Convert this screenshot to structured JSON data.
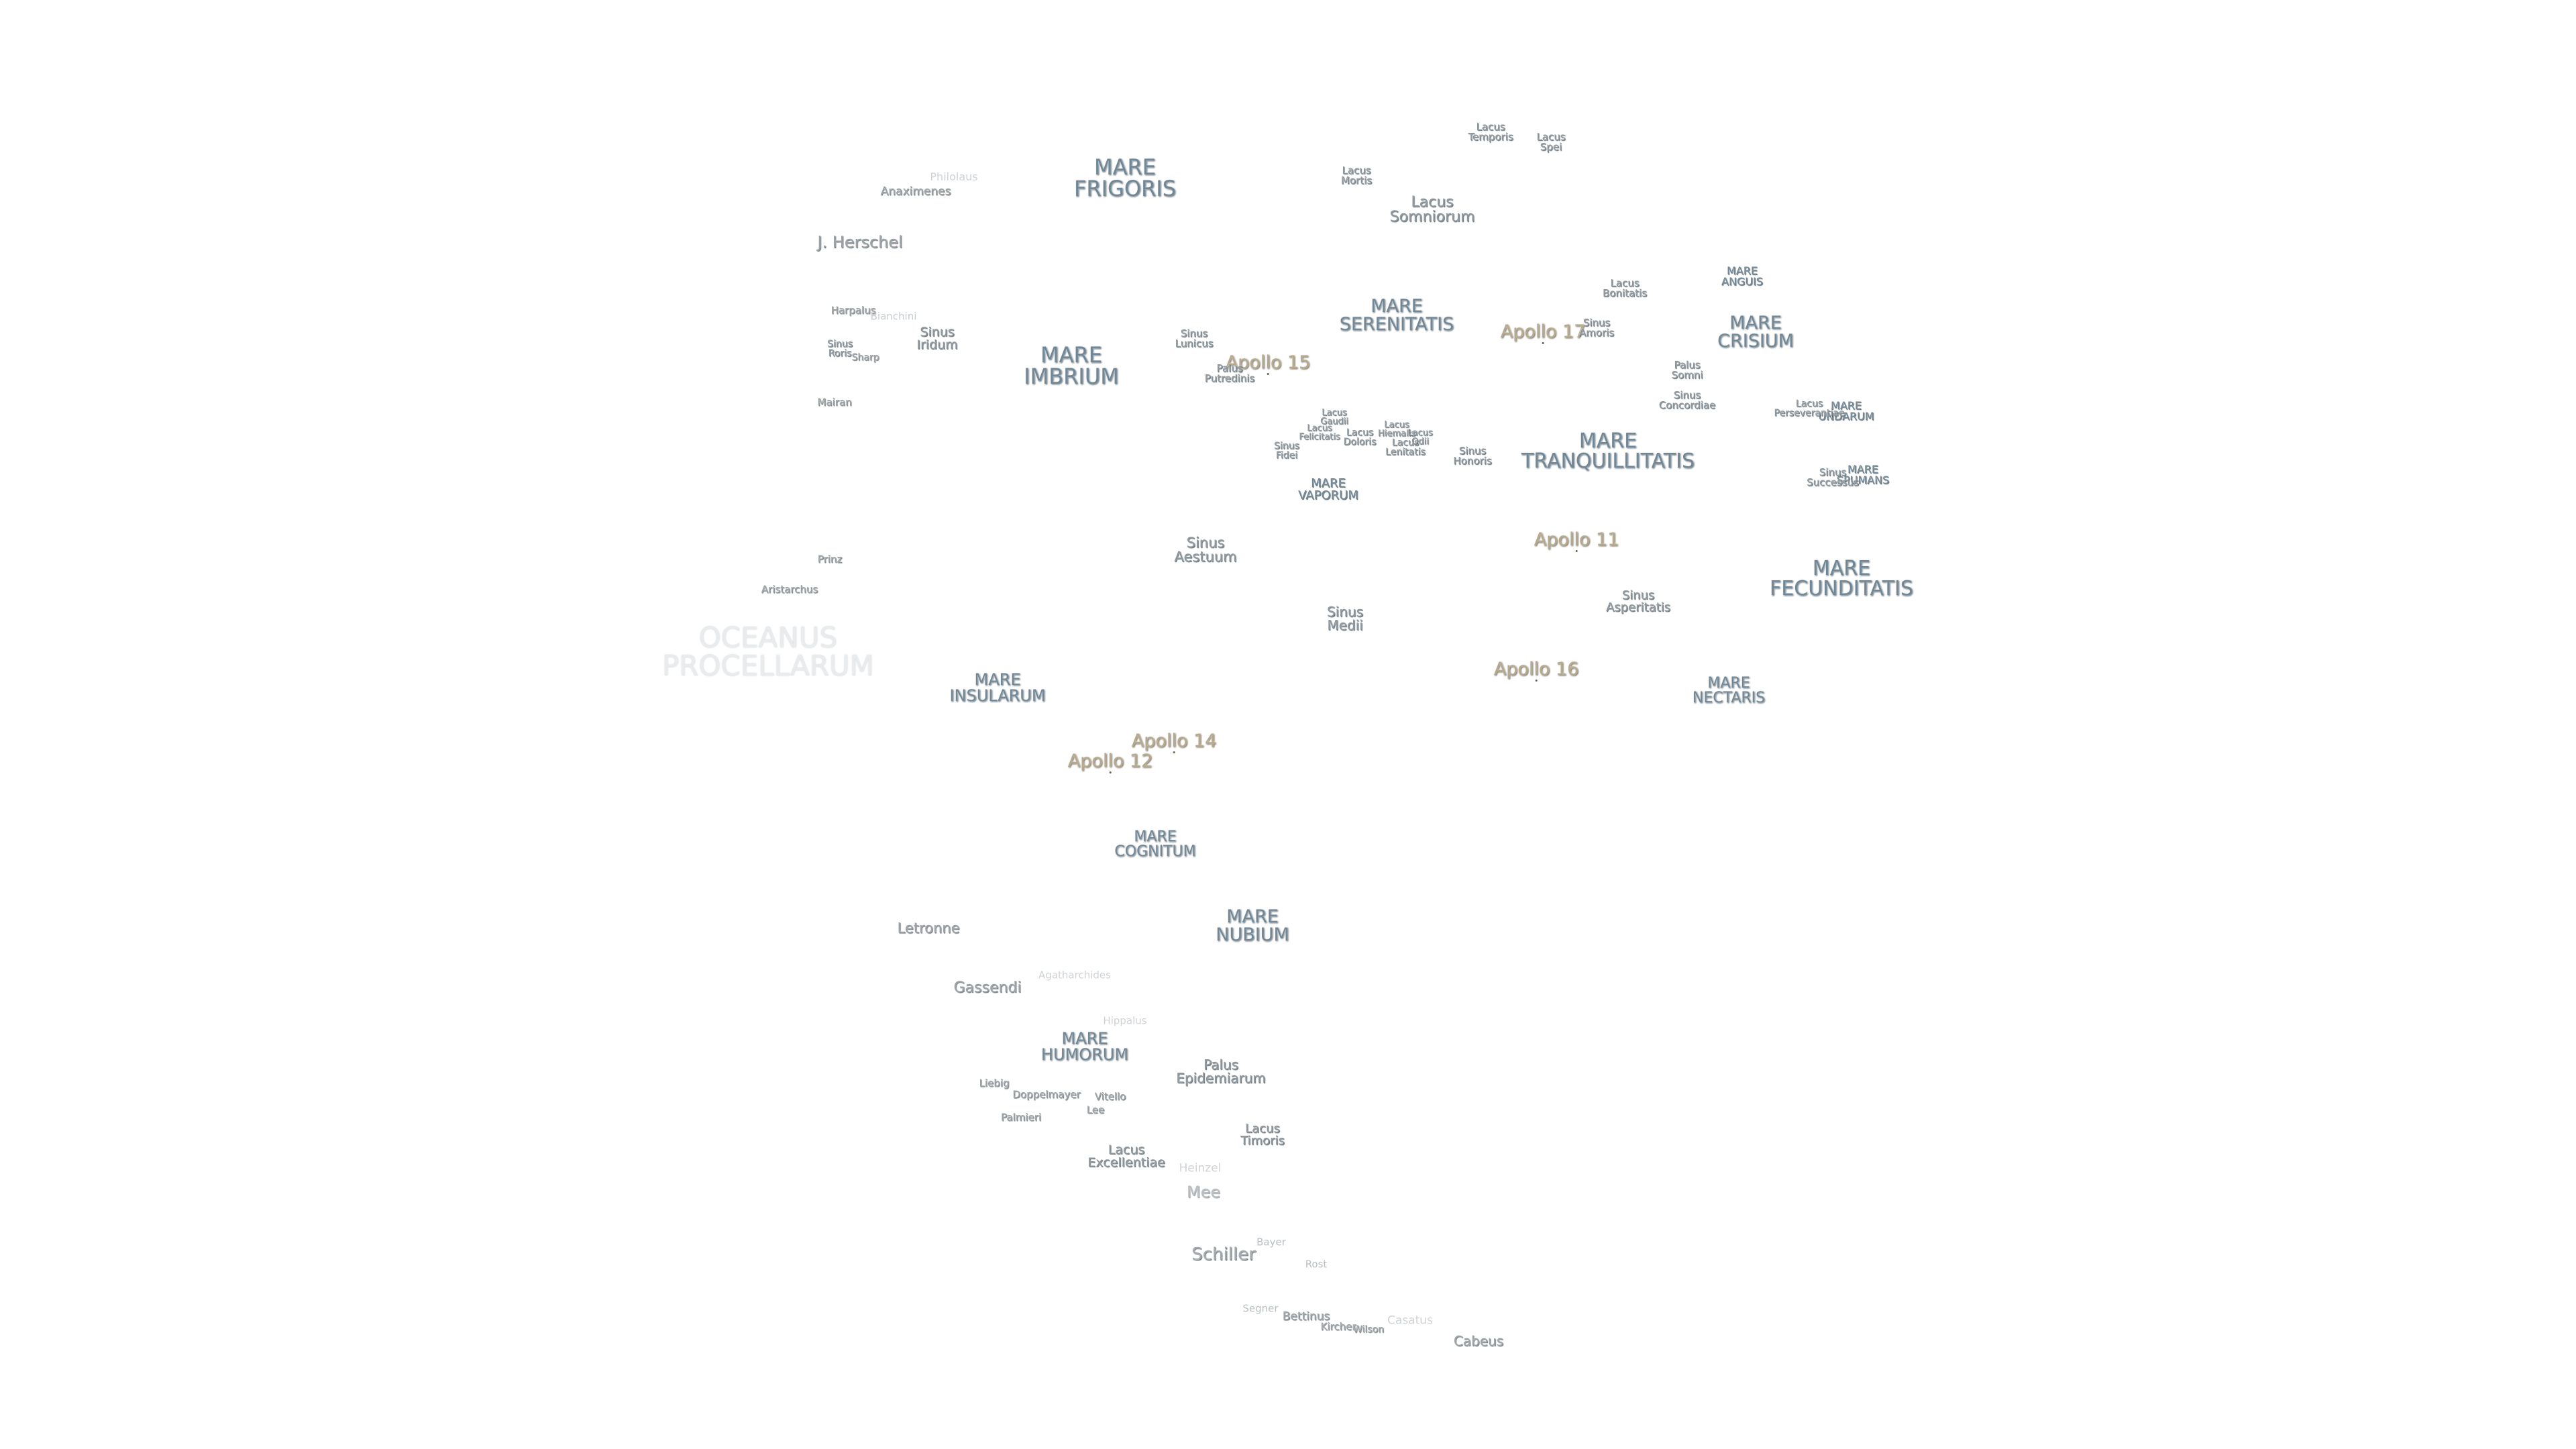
{
  "maria": {
    "frigoris": [
      "MARE",
      "FRIGORIS"
    ],
    "imbrium": [
      "MARE",
      "IMBRIUM"
    ],
    "serenitatis": [
      "MARE",
      "SERENITATIS"
    ],
    "crisium": [
      "MARE",
      "CRISIUM"
    ],
    "tranquillitatis": [
      "MARE",
      "TRANQUILLITATIS"
    ],
    "fecunditatis": [
      "MARE",
      "FECUNDITATIS"
    ],
    "nectaris": [
      "MARE",
      "NECTARIS"
    ],
    "insularum": [
      "MARE",
      "INSULARUM"
    ],
    "cognitum": [
      "MARE",
      "COGNITUM"
    ],
    "nubium": [
      "MARE",
      "NUBIUM"
    ],
    "humorum": [
      "MARE",
      "HUMORUM"
    ],
    "vaporum": [
      "MARE",
      "VAPORUM"
    ],
    "anguis": [
      "MARE",
      "ANGUIS"
    ],
    "undarum": [
      "MARE",
      "UNDARUM"
    ],
    "spumans": [
      "MARE",
      "SPUMANS"
    ],
    "procellarum": [
      "OCEANUS",
      "PROCELLARUM"
    ]
  },
  "apollo": {
    "a11": "Apollo 11",
    "a12": "Apollo 12",
    "a14": "Apollo 14",
    "a15": "Apollo 15",
    "a16": "Apollo 16",
    "a17": "Apollo 17"
  },
  "features": {
    "lacus_temporis": [
      "Lacus",
      "Temporis"
    ],
    "lacus_spei": [
      "Lacus",
      "Spei"
    ],
    "lacus_mortis": [
      "Lacus",
      "Mortis"
    ],
    "lacus_somniorum": [
      "Lacus",
      "Somniorum"
    ],
    "lacus_bonitatis": [
      "Lacus",
      "Bonitatis"
    ],
    "sinus_amoris": [
      "Sinus",
      "Amoris"
    ],
    "palus_somni": [
      "Palus",
      "Somni"
    ],
    "sinus_concordiae": [
      "Sinus",
      "Concordiae"
    ],
    "lacus_perseverantiae": "Lacus Perseverantiae",
    "sinus_successus": [
      "Sinus",
      "Successus"
    ],
    "sinus_lunicus": [
      "Sinus",
      "Lunicus"
    ],
    "palus_putredinis": [
      "Palus",
      "Putredinis"
    ],
    "lacus_felicitatis": [
      "Lacus",
      "Felicitatis"
    ],
    "lacus_doloris": [
      "Lacus",
      "Doloris"
    ],
    "lacus_gaudii": [
      "Lacus",
      "Gaudii"
    ],
    "lacus_hiemalis": [
      "Lacus",
      "Hiemalis"
    ],
    "lacus_lenitatis": [
      "Lacus",
      "Lenitatis"
    ],
    "lacus_odii": [
      "Lacus",
      "Odii"
    ],
    "sinus_fidei": [
      "Sinus",
      "Fidei"
    ],
    "sinus_honoris": [
      "Sinus",
      "Honoris"
    ],
    "sinus_iridum": [
      "Sinus",
      "Iridum"
    ],
    "sinus_roris": [
      "Sinus",
      "Roris"
    ],
    "sinus_aestuum": [
      "Sinus",
      "Aestuum"
    ],
    "sinus_medii": [
      "Sinus",
      "Medii"
    ],
    "sinus_asperitatis": [
      "Sinus",
      "Asperitatis"
    ],
    "palus_epidemiarum": [
      "Palus",
      "Epidemiarum"
    ],
    "lacus_timoris": [
      "Lacus",
      "Timoris"
    ],
    "lacus_excellentiae": [
      "Lacus",
      "Excellentiae"
    ]
  },
  "craters": {
    "philolaus": "Philolaus",
    "anaximenes": "Anaximenes",
    "j_herschel": "J. Herschel",
    "harpalus": "Harpalus",
    "bianchini": "Bianchini",
    "sharp": "Sharp",
    "mairan": "Mairan",
    "prinz": "Prinz",
    "aristarchus": "Aristarchus",
    "letronne": "Letronne",
    "gassendi": "Gassendi",
    "agatharchides": "Agatharchides",
    "hippalus": "Hippalus",
    "liebig": "Liebig",
    "doppelmayer": "Doppelmayer",
    "vitello": "Vitello",
    "lee": "Lee",
    "palmieri": "Palmieri",
    "heinzel": "Heinzel",
    "mee": "Mee",
    "schiller": "Schiller",
    "bayer": "Bayer",
    "rost": "Rost",
    "segner": "Segner",
    "bettinus": "Bettinus",
    "kircher": "Kircher",
    "wilson": "Wilson",
    "casatus": "Casatus",
    "cabeus": "Cabeus"
  },
  "colors": {
    "background": "#ffffff",
    "mare_text": "#6f8797",
    "apollo_text": "#b8a98a",
    "crater_text": "#9aa3a8",
    "procellarum_text": "#e9ebed"
  }
}
